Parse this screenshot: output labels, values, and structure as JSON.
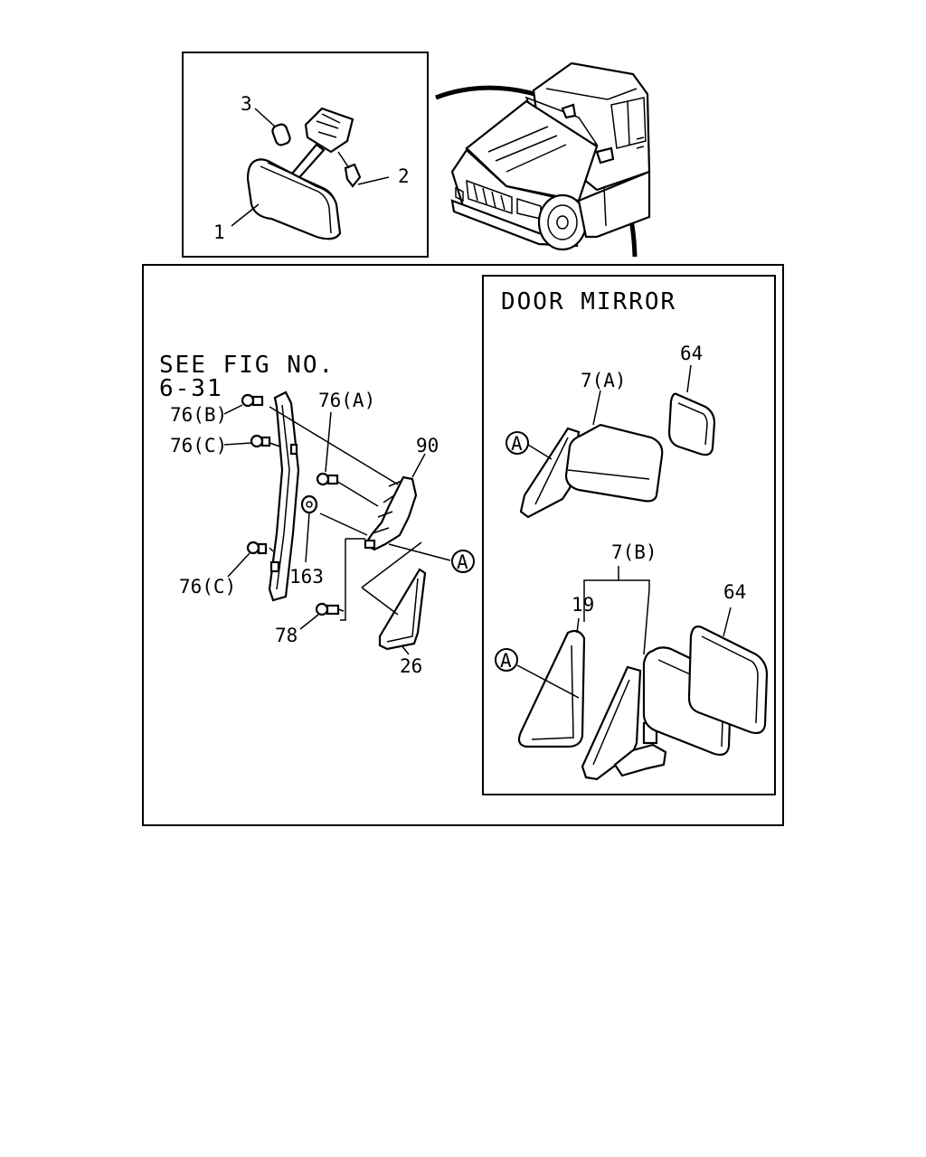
{
  "diagram": {
    "door_mirror_title": "DOOR MIRROR",
    "see_fig_line1": "SEE FIG NO.",
    "see_fig_line2": "6-31",
    "callouts": {
      "n1": "1",
      "n2": "2",
      "n3": "3",
      "n76b": "76(B)",
      "n76c_upper": "76(C)",
      "n76a": "76(A)",
      "n90": "90",
      "n163": "163",
      "n76c_lower": "76(C)",
      "n78": "78",
      "n26": "26",
      "circle_a_main": "A",
      "n7a": "7(A)",
      "n64_upper": "64",
      "circle_a_upper": "A",
      "n7b": "7(B)",
      "n19": "19",
      "n64_lower": "64",
      "circle_a_lower": "A"
    }
  }
}
